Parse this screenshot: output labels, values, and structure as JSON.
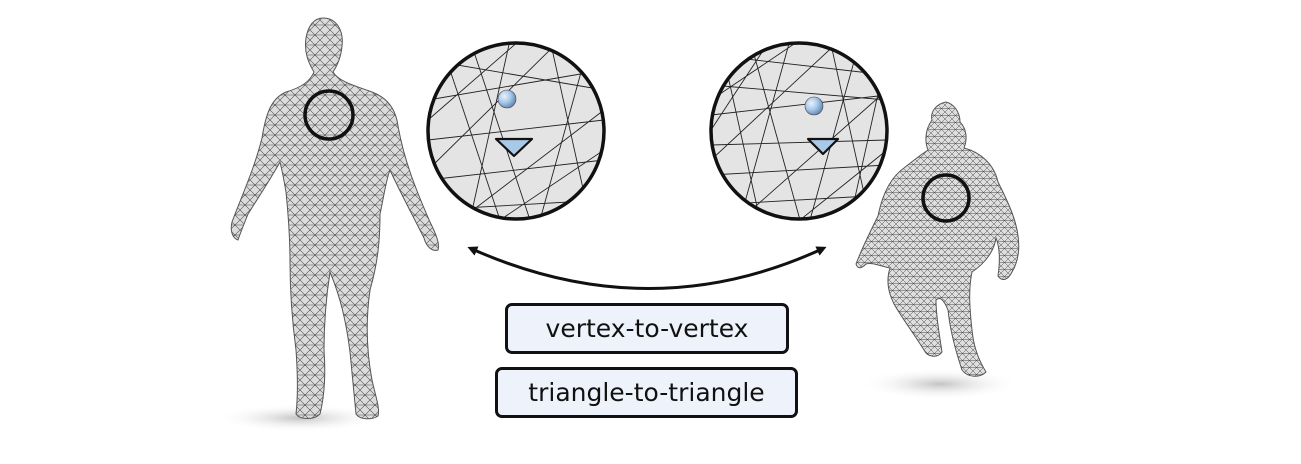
{
  "labels": {
    "vertex": "vertex-to-vertex",
    "triangle": "triangle-to-triangle"
  },
  "figures": {
    "left": "standing-human-mesh",
    "right": "crouching-human-mesh"
  },
  "icons": {
    "vertex_marker": "sphere-icon",
    "triangle_marker": "triangle-icon",
    "correspondence": "double-arrow-icon"
  },
  "colors": {
    "marker_fill": "#a9c9e8",
    "label_background": "#eef2fa",
    "outline": "#111111",
    "mesh_fill": "#d9d9d9",
    "mesh_lines": "#3a3a3a"
  }
}
